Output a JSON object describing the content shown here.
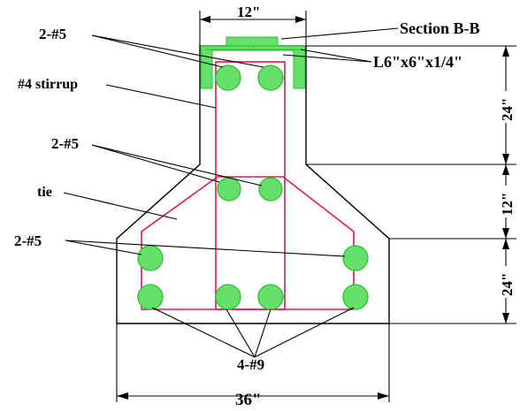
{
  "labels": {
    "dim_top_width": "12\"",
    "section_title": "Section B-B",
    "angle_spec": "L6\"x6\"x1/4\"",
    "rebar_top": "2-#5",
    "stirrup": "#4 stirrup",
    "rebar_mid": "2-#5",
    "tie": "tie",
    "rebar_low": "2-#5",
    "rebar_bottom": "4-#9",
    "dim_bottom_width": "36\"",
    "dim_right_top": "24\"",
    "dim_right_mid": "12\"",
    "dim_right_bottom": "24\""
  },
  "colors": {
    "rebar_fill": "#66e06a",
    "stirrup": "#e0184a",
    "outline": "#000000"
  }
}
